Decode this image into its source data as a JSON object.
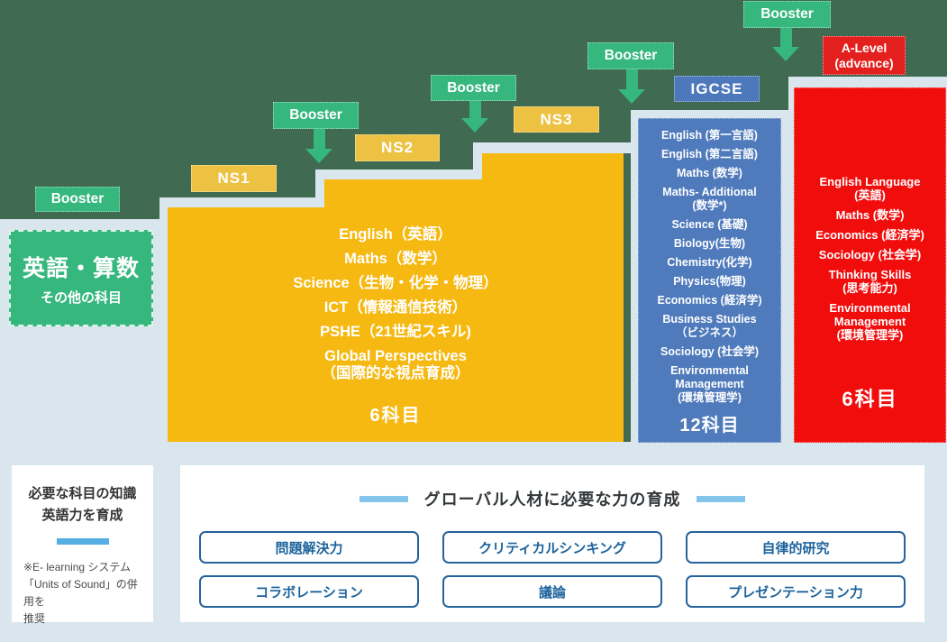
{
  "colors": {
    "background_green": "#406a52",
    "light_blue_bg": "#d9e6ed",
    "booster_green": "#36b77d",
    "step_yellow": "#edc243",
    "primary_orange": "#f5b912",
    "igcse_blue": "#4f7abc",
    "alevel_red": "#f20d0d",
    "accent_bar_blue": "#85c5eb",
    "skill_button_blue": "#26639c"
  },
  "stair": {
    "booster_label": "Booster",
    "steps": [
      "NS1",
      "NS2",
      "NS3"
    ],
    "foundation": {
      "title": "英語・算数",
      "subtitle": "その他の科目"
    }
  },
  "primary_block": {
    "subjects": [
      "English（英語）",
      "Maths（数学）",
      "Science（生物・化学・物理）",
      "ICT（情報通信技術）",
      "PSHE（21世紀スキル)",
      "Global Perspectives\n（国際的な視点育成）"
    ],
    "count": "6科目"
  },
  "igcse": {
    "label": "IGCSE",
    "subjects": [
      "English (第一言語)",
      "English (第二言語)",
      "Maths (数学)",
      "Maths- Additional\n(数学*)",
      "Science (基礎)",
      "Biology(生物)",
      "Chemistry(化学)",
      "Physics(物理)",
      "Economics (経済学)",
      "Business Studies\n（ビジネス）",
      "Sociology (社会学)",
      "Environmental\nManagement\n(環境管理学)"
    ],
    "count": "12科目"
  },
  "alevel": {
    "label": "A-Level\n(advance)",
    "subjects": [
      "English Language\n(英語)",
      "Maths (数学)",
      "Economics (経済学)",
      "Sociology (社会学)",
      "Thinking Skills\n(思考能力)",
      "Environmental\nManagement\n(環境管理学)"
    ],
    "count": "6科目"
  },
  "bottom": {
    "left_card": {
      "title": "必要な科目の知識\n英語力を育成",
      "note": "※E- learning システム\n「Units of Sound」の併用を\n推奨"
    },
    "panel": {
      "title": "グローバル人材に必要な力の育成",
      "skills": [
        "問題解決力",
        "クリティカルシンキング",
        "自律的研究",
        "コラボレーション",
        "議論",
        "プレゼンテーション力"
      ]
    }
  }
}
